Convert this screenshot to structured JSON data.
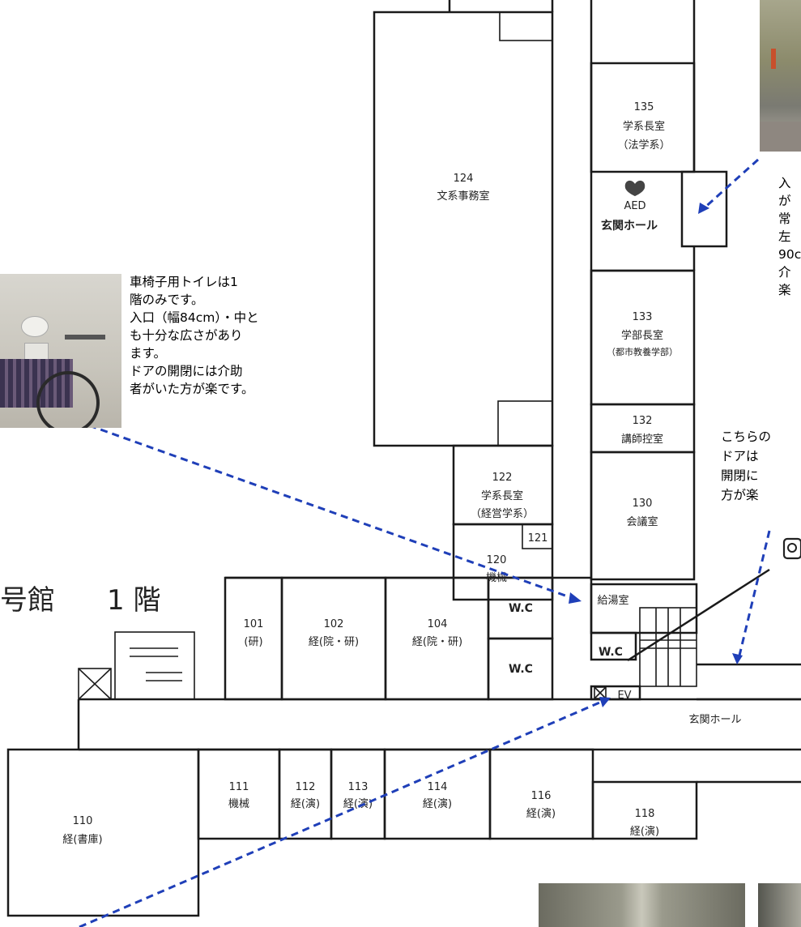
{
  "floor": {
    "building_suffix": "号館",
    "floor_label": "1 階"
  },
  "rooms": {
    "r135": {
      "num": "135",
      "name": "学系長室",
      "sub": "（法学系）"
    },
    "r124": {
      "num": "124",
      "name": "文系事務室"
    },
    "aed": {
      "label": "AED"
    },
    "hall_top": {
      "name": "玄関ホール"
    },
    "r133": {
      "num": "133",
      "name": "学部長室",
      "sub": "（都市教養学部）"
    },
    "r132": {
      "num": "132",
      "name": "講師控室"
    },
    "r122": {
      "num": "122",
      "name": "学系長室",
      "sub": "（経営学系）"
    },
    "r121": {
      "num": "121"
    },
    "r120": {
      "num": "120",
      "name": "機械"
    },
    "r130": {
      "num": "130",
      "name": "会議室"
    },
    "r101": {
      "num": "101",
      "name": "(研)"
    },
    "r102": {
      "num": "102",
      "name": "経(院・研)"
    },
    "r104": {
      "num": "104",
      "name": "経(院・研)"
    },
    "wc1": {
      "name": "W.C"
    },
    "wc2": {
      "name": "W.C"
    },
    "kyuto": {
      "name": "給湯室"
    },
    "wc3": {
      "name": "W.C"
    },
    "ev": {
      "name": "EV"
    },
    "hall_bottom": {
      "name": "玄関ホール"
    },
    "r110": {
      "num": "110",
      "name": "経(書庫)"
    },
    "r111": {
      "num": "111",
      "name": "機械"
    },
    "r112": {
      "num": "112",
      "name": "経(演)"
    },
    "r113": {
      "num": "113",
      "name": "経(演)"
    },
    "r114": {
      "num": "114",
      "name": "経(演)"
    },
    "r116": {
      "num": "116",
      "name": "経(演)"
    },
    "r118": {
      "num": "118",
      "name": "経(演)"
    }
  },
  "notes": {
    "toilet": "車椅子用トイレは1\n階のみです。\n入口（幅84cm）・中と\nも十分な広さがあり\nます。\nドアの開閉には介助\n者がいた方が楽です。",
    "entrance": "入\nが\n常\n左\n90c\n介\n楽",
    "door": "こちらの\nドアは\n開閉に\n方が楽"
  },
  "colors": {
    "arrow": "#1f3fb8"
  }
}
